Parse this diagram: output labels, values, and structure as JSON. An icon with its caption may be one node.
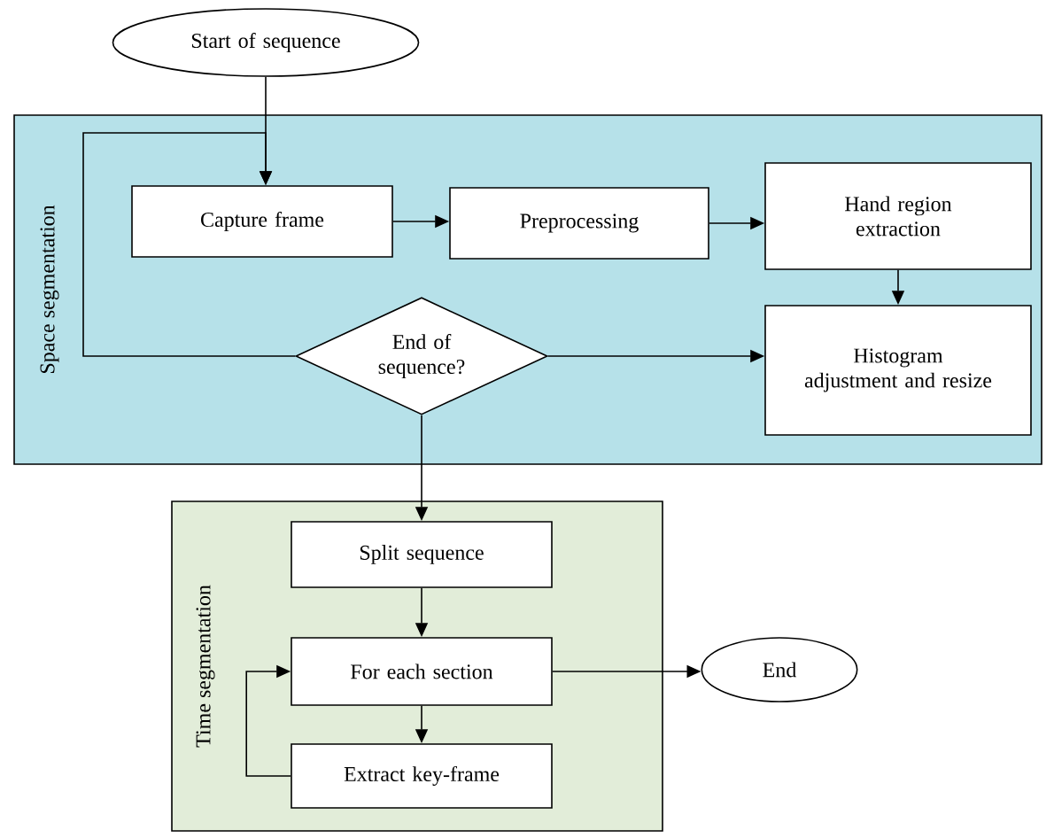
{
  "diagram": {
    "nodes": [
      {
        "text": [
          "Start of sequence"
        ]
      },
      {
        "text": [
          "Space segmentation"
        ]
      },
      {
        "text": [
          "Capture frame"
        ],
        "in": 1
      },
      {
        "text": [
          "Preprocessing"
        ],
        "in": 1
      },
      {
        "text": [
          "Hand region extraction"
        ],
        "in": 1
      },
      {
        "text": [
          "Histogram adjustment and resize"
        ],
        "in": 1
      },
      {
        "text": [
          "End of sequence?"
        ],
        "in": 1
      },
      {
        "text": [
          "Time segmentation"
        ]
      },
      {
        "text": [
          "Split sequence"
        ],
        "in": 7
      },
      {
        "text": [
          "For each section"
        ],
        "in": 7
      },
      {
        "text": [
          "Extract key-frame"
        ],
        "in": 7
      },
      {
        "text": [
          "End"
        ]
      }
    ],
    "edges": [
      {
        "from": 0,
        "to": 2,
        "arrow": "to"
      },
      {
        "from": 6,
        "to": 2,
        "arrow": "to"
      },
      {
        "from": 2,
        "to": 3,
        "arrow": "to"
      },
      {
        "from": 3,
        "to": 4,
        "arrow": "to"
      },
      {
        "from": 4,
        "to": 5,
        "arrow": "to"
      },
      {
        "from": 6,
        "to": 5,
        "arrow": "to"
      },
      {
        "from": 6,
        "to": 8,
        "arrow": "to"
      },
      {
        "from": 8,
        "to": 9,
        "arrow": "to"
      },
      {
        "from": 9,
        "to": 11,
        "arrow": "to"
      },
      {
        "from": 9,
        "to": 10,
        "arrow": "to"
      },
      {
        "from": 10,
        "to": 9,
        "arrow": "to"
      }
    ]
  }
}
